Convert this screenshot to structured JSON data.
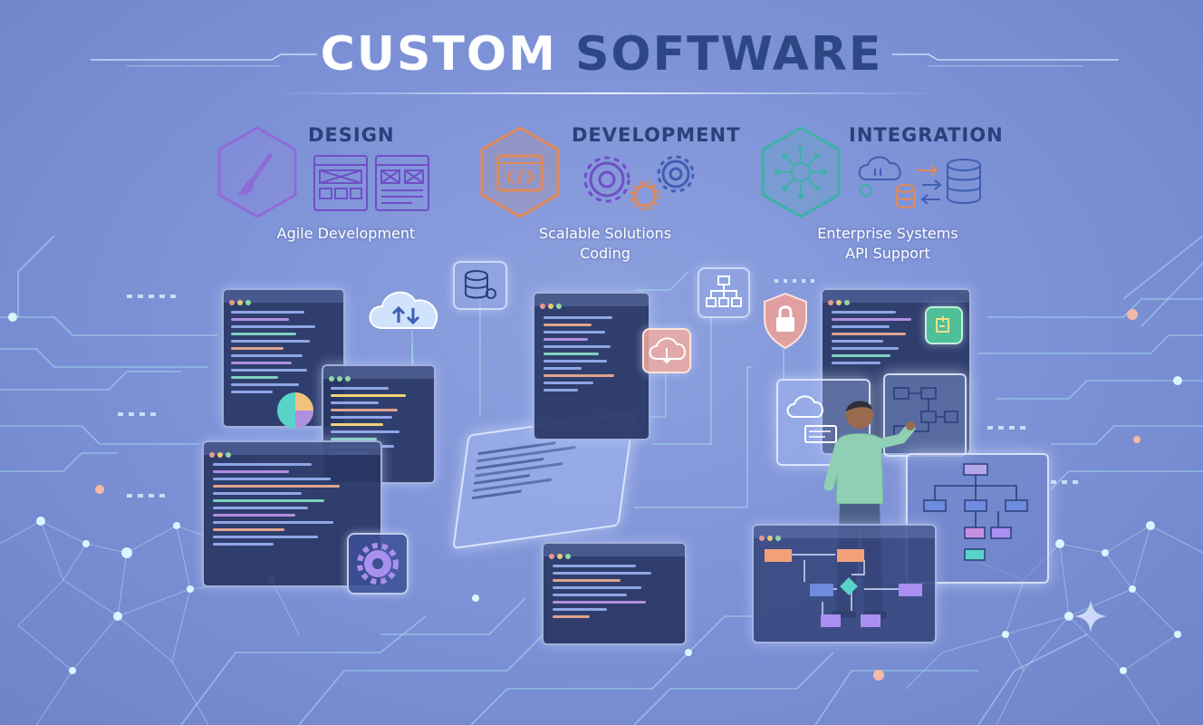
{
  "header": {
    "title_part1": "CUSTOM",
    "title_part2": "SOFTWARE"
  },
  "sections": [
    {
      "heading": "DESIGN",
      "lines": [
        "Agile Development"
      ],
      "icon": "paintbrush-icon",
      "accent": "#8e6bd8"
    },
    {
      "heading": "DEVELOPMENT",
      "lines": [
        "Scalable Solutions",
        "Coding"
      ],
      "icon": "code-window-icon",
      "accent": "#e08a5a"
    },
    {
      "heading": "INTEGRATION",
      "lines": [
        "Enterprise Systems",
        "API Support"
      ],
      "icon": "network-hub-icon",
      "accent": "#3fb1a8"
    }
  ],
  "colors": {
    "background": "#7f93d8",
    "title_dark": "#2d4784",
    "heading": "#2b3f78",
    "code_panel": "#283664",
    "glow": "#c8d7ff"
  }
}
